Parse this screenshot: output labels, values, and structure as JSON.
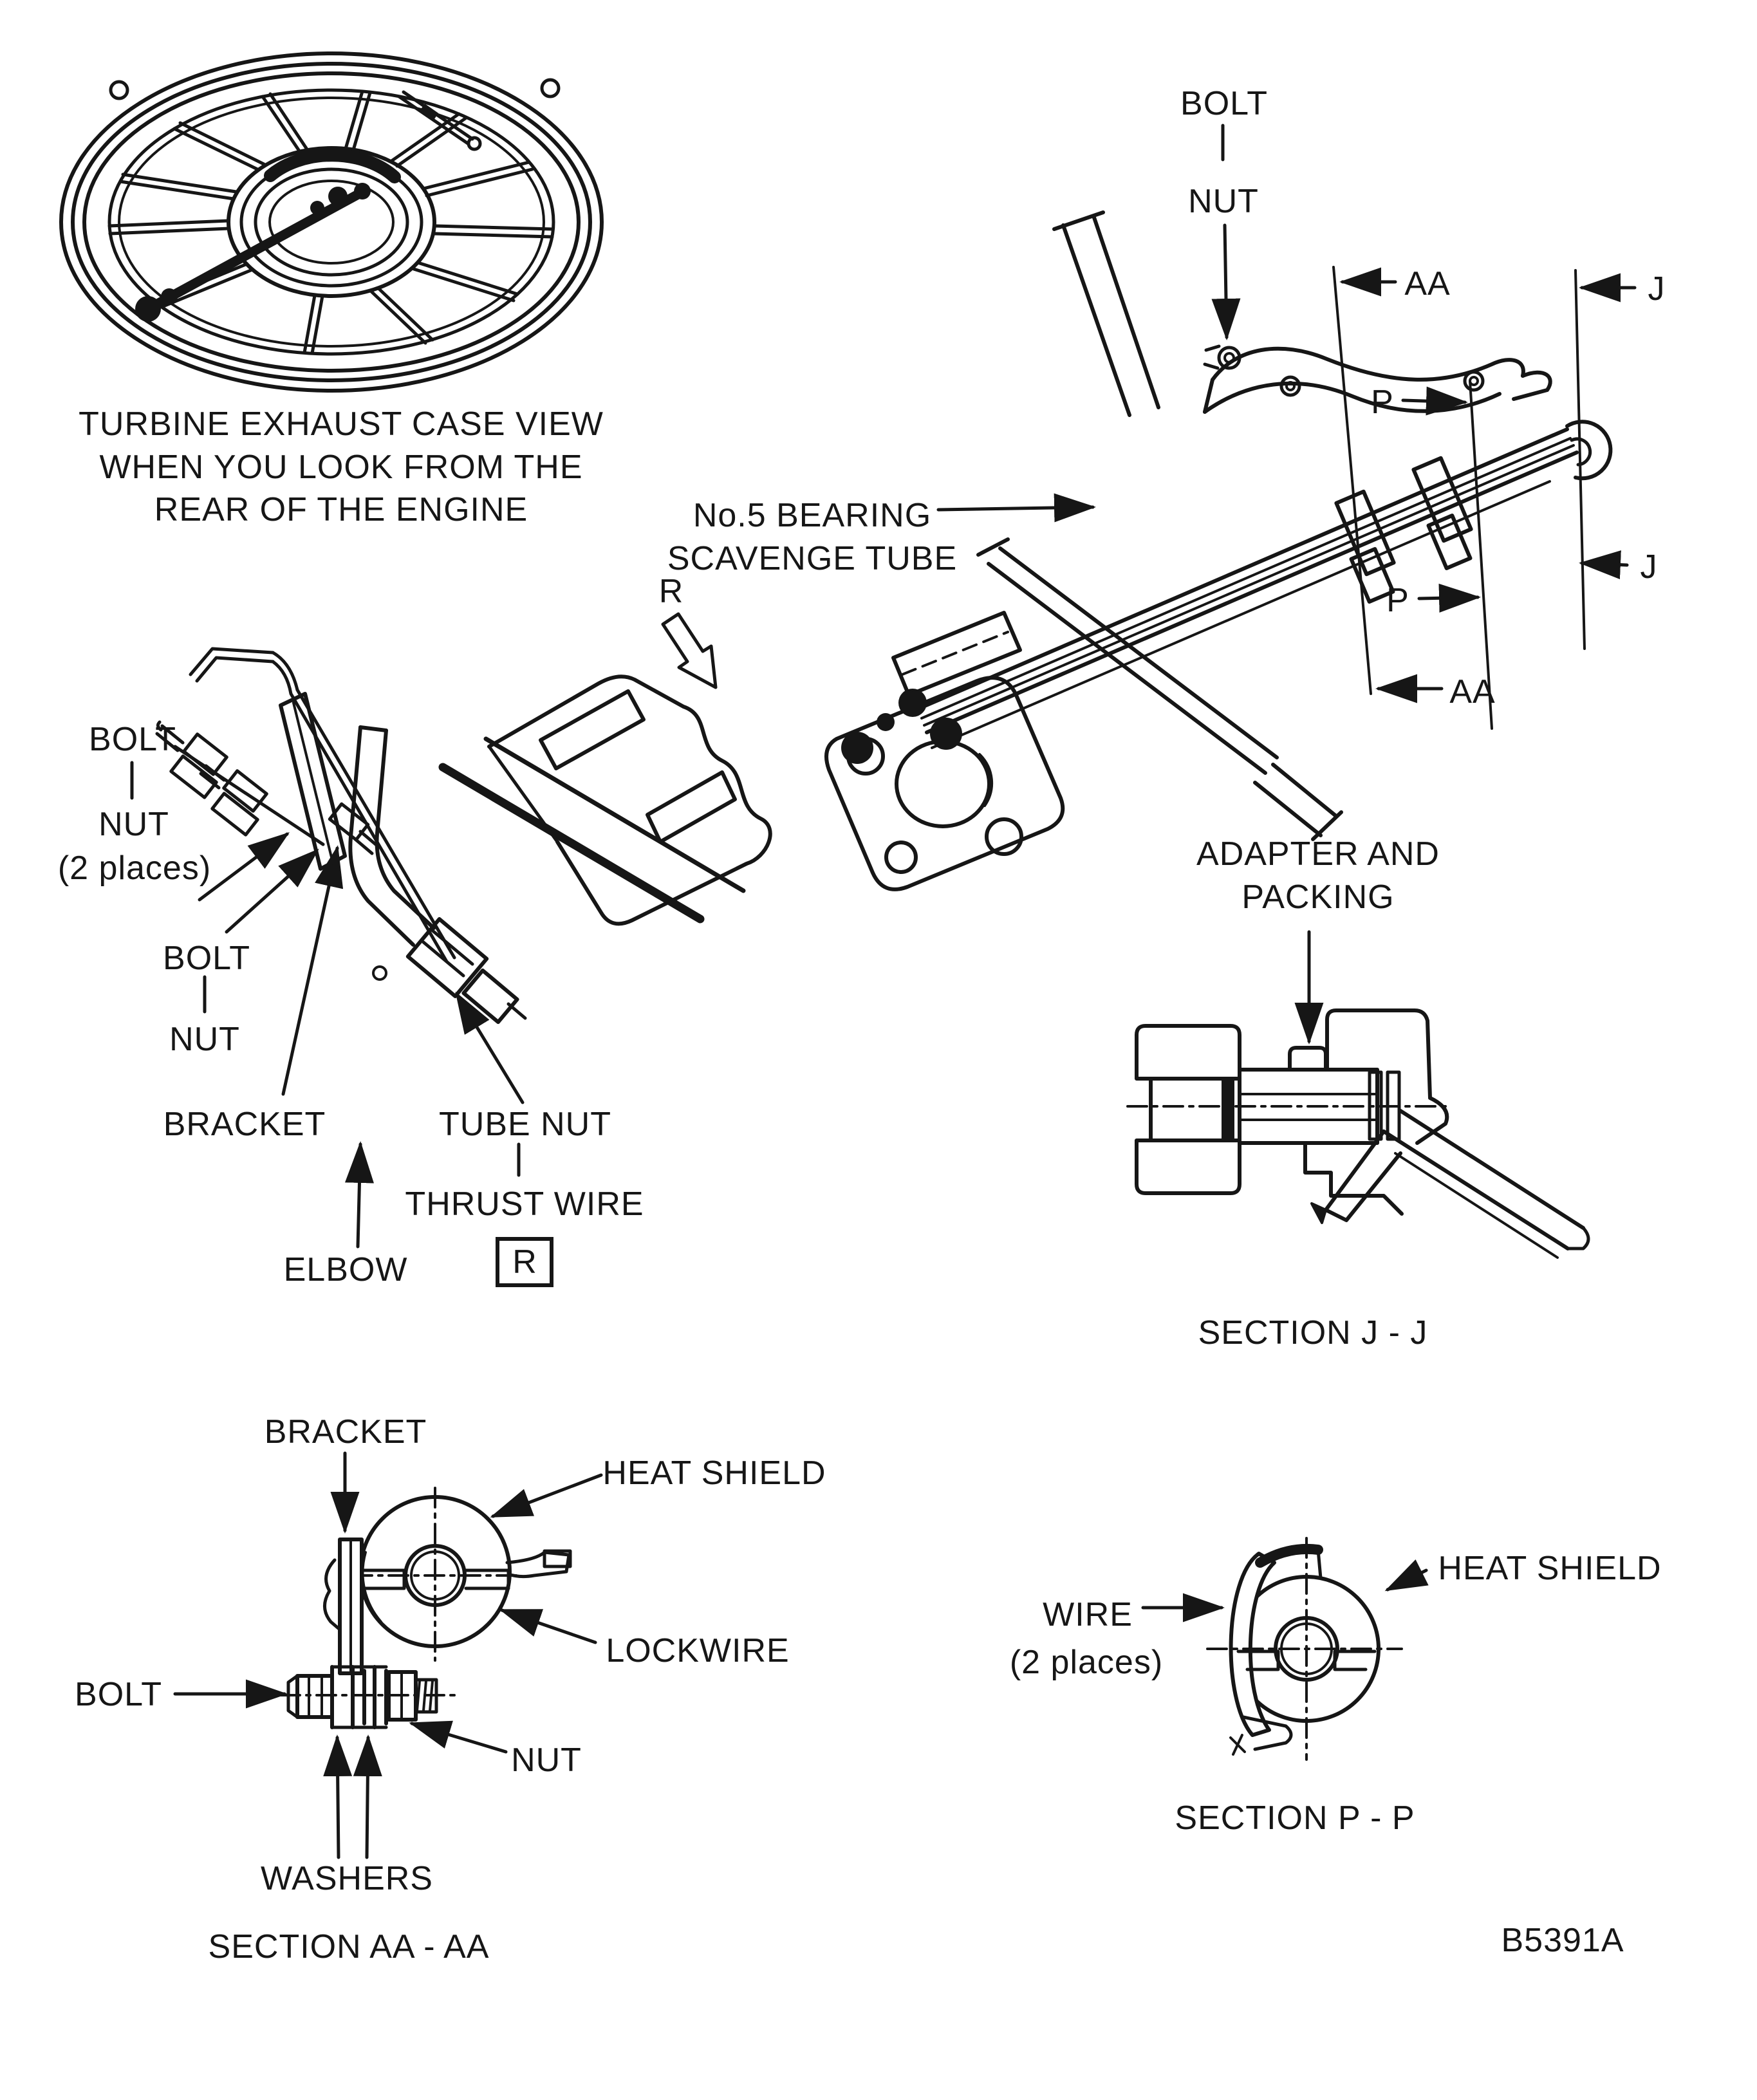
{
  "figure": {
    "number": "B5391A",
    "turbine_caption_line1": "TURBINE EXHAUST CASE VIEW",
    "turbine_caption_line2": "WHEN YOU LOOK FROM THE",
    "turbine_caption_line3": "REAR OF THE ENGINE"
  },
  "main_view": {
    "bolt": "BOLT",
    "nut": "NUT",
    "aa": "AA",
    "j": "J",
    "p": "P",
    "no5_line1": "No.5 BEARING",
    "no5_line2": "SCAVENGE TUBE",
    "r": "R"
  },
  "elbow_view": {
    "bolt1": "BOLT",
    "nut1": "NUT",
    "places": "(2 places)",
    "bolt2": "BOLT",
    "nut2": "NUT",
    "bracket": "BRACKET",
    "tube_nut": "TUBE NUT",
    "thrust_wire": "THRUST WIRE",
    "elbow": "ELBOW",
    "r_boxed": "R"
  },
  "section_jj": {
    "adapter_line1": "ADAPTER AND",
    "adapter_line2": "PACKING",
    "caption": "SECTION J - J"
  },
  "section_aa": {
    "bracket": "BRACKET",
    "heat_shield": "HEAT SHIELD",
    "lockwire": "LOCKWIRE",
    "bolt": "BOLT",
    "nut": "NUT",
    "washers": "WASHERS",
    "caption": "SECTION AA - AA"
  },
  "section_pp": {
    "wire": "WIRE",
    "places": "(2 places)",
    "heat_shield": "HEAT SHIELD",
    "caption": "SECTION P - P"
  },
  "colors": {
    "ink": "#161616",
    "paper": "#ffffff"
  }
}
